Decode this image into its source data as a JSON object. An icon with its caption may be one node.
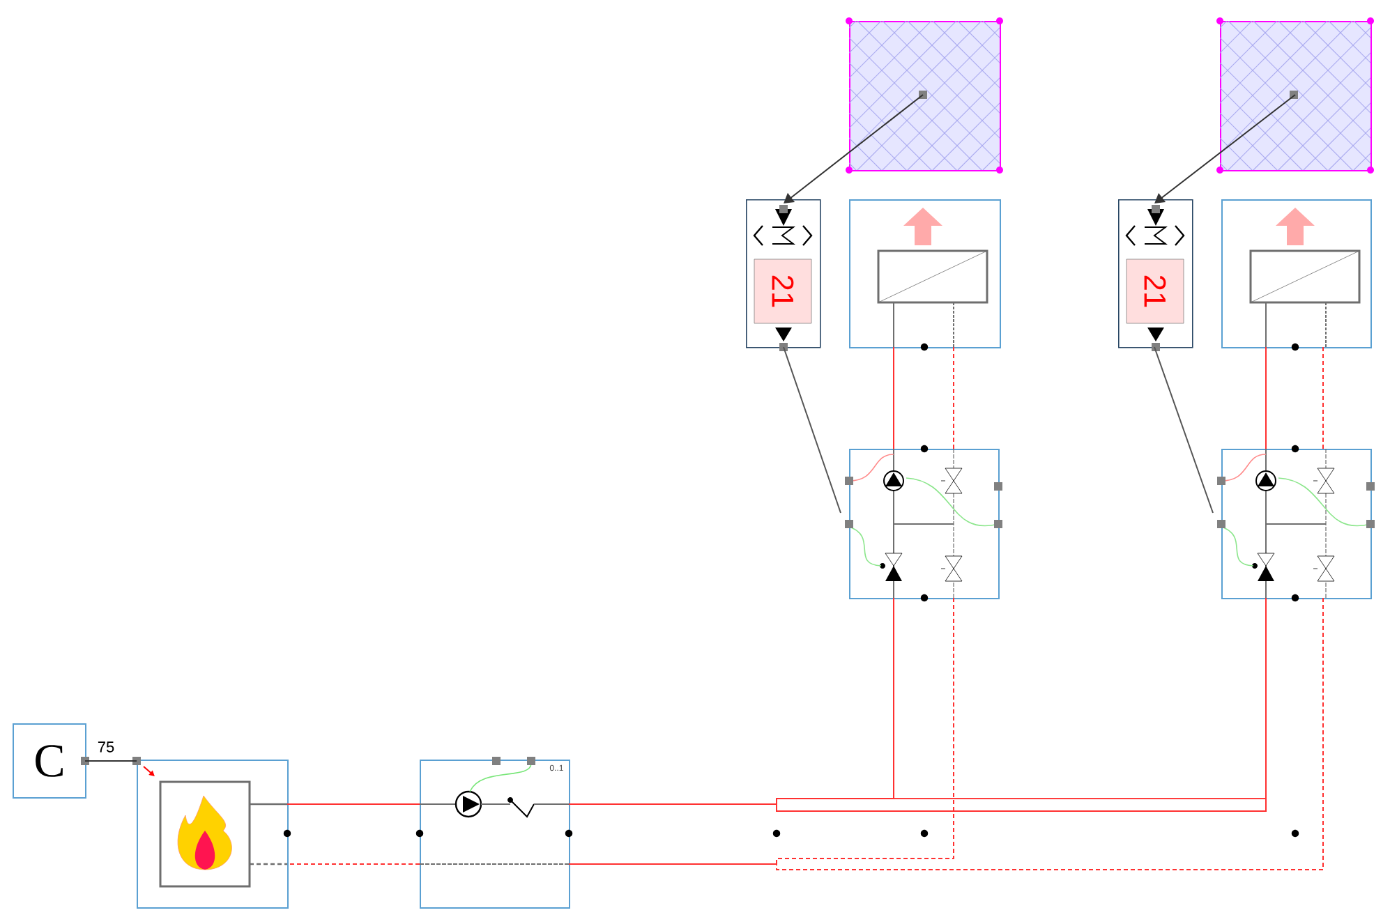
{
  "diagram": {
    "nodes": [
      {
        "text": [
          "C"
        ]
      },
      {
        "text": [],
        "shape": "box"
      },
      {
        "text": [
          "0..1"
        ]
      },
      {
        "text": [],
        "shape": "box"
      },
      {
        "text": [
          "21"
        ]
      },
      {
        "text": [],
        "shape": "box"
      },
      {
        "text": [],
        "shape": "box"
      },
      {
        "text": [],
        "shape": "box"
      },
      {
        "text": [
          "21"
        ]
      },
      {
        "text": [],
        "shape": "box"
      },
      {
        "text": [],
        "shape": "box"
      }
    ],
    "edges": [
      {
        "from": 0,
        "to": 1,
        "arrow": "none",
        "label": "75",
        "color": "#333333"
      },
      {
        "from": 1,
        "to": 2,
        "arrow": "none"
      },
      {
        "from": 2,
        "to": 1,
        "arrow": "none",
        "style": "dashed"
      },
      {
        "from": 2,
        "to": 6,
        "arrow": "none"
      },
      {
        "from": 2,
        "to": 10,
        "arrow": "none"
      },
      {
        "from": 6,
        "to": 5,
        "arrow": "none"
      },
      {
        "from": 10,
        "to": 9,
        "arrow": "none"
      },
      {
        "from": 5,
        "to": 6,
        "arrow": "none",
        "style": "dashed"
      },
      {
        "from": 9,
        "to": 10,
        "arrow": "none",
        "style": "dashed"
      },
      {
        "from": 6,
        "to": 2,
        "arrow": "none",
        "style": "dashed"
      },
      {
        "from": 10,
        "to": 2,
        "arrow": "none",
        "style": "dashed"
      },
      {
        "from": 3,
        "to": 4,
        "arrow": "to",
        "color": "#333333"
      },
      {
        "from": 7,
        "to": 8,
        "arrow": "to",
        "color": "#333333"
      },
      {
        "from": 4,
        "to": 6,
        "arrow": "none",
        "color": "#555555"
      },
      {
        "from": 8,
        "to": 10,
        "arrow": "none",
        "color": "#555555"
      }
    ]
  }
}
